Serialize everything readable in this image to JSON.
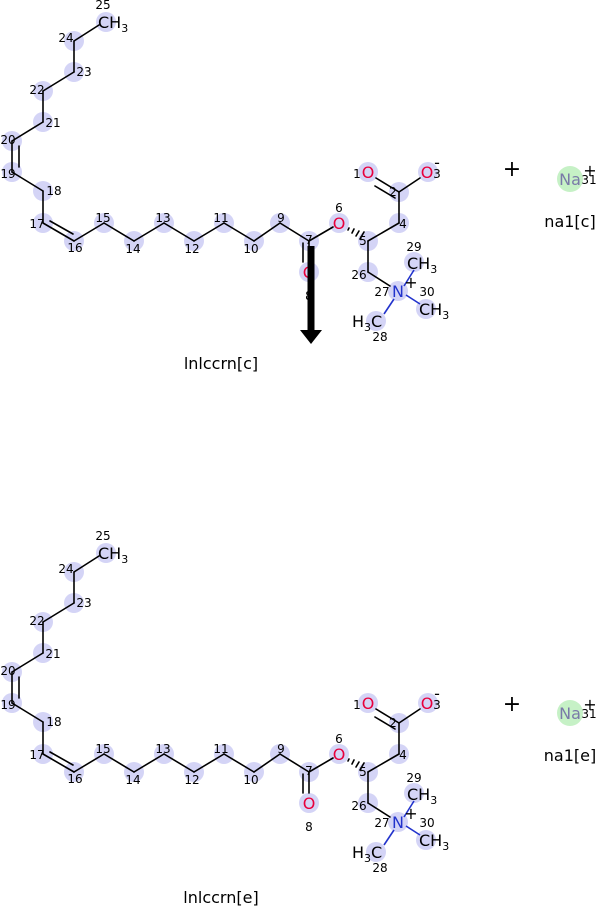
{
  "molecules": [
    {
      "id": "lnlccrn-c",
      "caption": "lnlccrn[c]",
      "atom_numbers": [
        "1",
        "2",
        "3",
        "4",
        "5",
        "6",
        "7",
        "8",
        "9",
        "10",
        "11",
        "12",
        "13",
        "14",
        "15",
        "16",
        "17",
        "18",
        "19",
        "20",
        "21",
        "22",
        "23",
        "24",
        "25",
        "26",
        "27",
        "28",
        "29",
        "30"
      ],
      "labels": {
        "ch3_top": "CH",
        "ch3_top_sub": "3",
        "o1": "O",
        "o3": "O",
        "o3_charge": "-",
        "o6": "O",
        "o8": "O",
        "n27": "N",
        "n27_charge": "+",
        "ch3_29": "CH",
        "ch3_29_sub": "3",
        "ch3_30": "CH",
        "ch3_30_sub": "3",
        "h3c_28_h": "H",
        "h3c_28_sub": "3",
        "h3c_28_c": "C"
      }
    },
    {
      "id": "lnlccrn-e",
      "caption": "lnlccrn[e]",
      "atom_numbers": [
        "1",
        "2",
        "3",
        "4",
        "5",
        "6",
        "7",
        "8",
        "9",
        "10",
        "11",
        "12",
        "13",
        "14",
        "15",
        "16",
        "17",
        "18",
        "19",
        "20",
        "21",
        "22",
        "23",
        "24",
        "25",
        "26",
        "27",
        "28",
        "29",
        "30"
      ],
      "labels": {
        "ch3_top": "CH",
        "ch3_top_sub": "3",
        "o1": "O",
        "o3": "O",
        "o3_charge": "-",
        "o6": "O",
        "o8": "O",
        "n27": "N",
        "n27_charge": "+",
        "ch3_29": "CH",
        "ch3_29_sub": "3",
        "ch3_30": "CH",
        "ch3_30_sub": "3",
        "h3c_28_h": "H",
        "h3c_28_sub": "3",
        "h3c_28_c": "C"
      }
    }
  ],
  "ions": [
    {
      "id": "na1-c",
      "symbol": "Na",
      "charge": "+",
      "atom_number": "31",
      "caption": "na1[c]"
    },
    {
      "id": "na1-e",
      "symbol": "Na",
      "charge": "+",
      "atom_number": "31",
      "caption": "na1[e]"
    }
  ],
  "plus_signs": [
    "+",
    "+"
  ],
  "arrow": {
    "direction": "down"
  }
}
